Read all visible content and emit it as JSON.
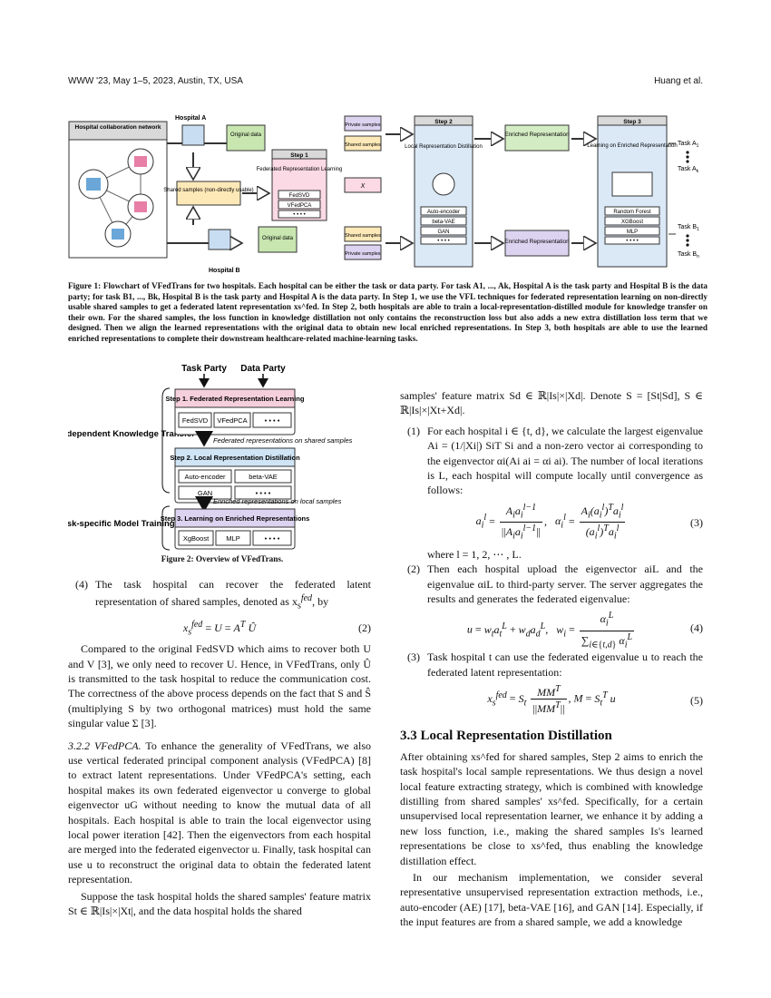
{
  "header": {
    "left": "WWW '23, May 1–5, 2023, Austin, TX, USA",
    "right": "Huang et al."
  },
  "fig1": {
    "network_title": "Hospital collaboration network",
    "hospital_a": "Hospital A",
    "hospital_b": "Hospital B",
    "original_data": "Original data",
    "shared_samples_nd": "Shared samples (non-directly usable)",
    "step1_title": "Step 1",
    "step1_body": "Federated Representation Learning",
    "fedsvd": "FedSVD",
    "vfedpca": "VFedPCA",
    "dots": "• • • •",
    "private_samples": "Private samples",
    "shared_samples": "Shared samples",
    "step2_title": "Step 2",
    "step2_body": "Local Representation Distillation",
    "autoencoder": "Auto-encoder",
    "betavae": "beta-VAE",
    "gan": "GAN",
    "enriched": "Enriched Representation",
    "step3_title": "Step 3",
    "step3_body": "Learning on Enriched Representation",
    "randomforest": "Random Forest",
    "xgboost": "XGBoost",
    "mlp": "MLP",
    "task_a1": "Task A",
    "task_ak": "Task A",
    "task_b1": "Task B",
    "task_bn": "Task B"
  },
  "caption1": "Figure 1: Flowchart of VFedTrans for two hospitals. Each hospital can be either the task or data party. For task A1, ..., Ak, Hospital A is the task party and Hospital B is the data party; for task B1, ..., Bk, Hospital B is the task party and Hospital A is the data party. In Step 1, we use the VFL techniques for federated representation learning on non-directly usable shared samples to get a federated latent representation xs^fed. In Step 2, both hospitals are able to train a local-representation-distilled module for knowledge transfer on their own. For the shared samples, the loss function in knowledge distillation not only contains the reconstruction loss but also adds a new extra distillation loss term that we designed. Then we align the learned representations with the original data to obtain new local enriched representations. In Step 3, both hospitals are able to use the learned enriched representations to complete their downstream healthcare-related machine-learning tasks.",
  "fig2": {
    "task_party": "Task Party",
    "data_party": "Data Party",
    "left_label1": "Task-independent Knowledge Transfer",
    "left_label2": "Task-specific Model Training",
    "s1": "Step 1. Federated Representation Learning",
    "s1a": "FedSVD",
    "s1b": "VFedPCA",
    "dots": "• • • •",
    "arrow1": "Federated representations on shared samples",
    "s2": "Step 2. Local Representation Distillation",
    "s2a": "Auto-encoder",
    "s2b": "beta-VAE",
    "s2c": "GAN",
    "arrow2": "Enriched representations on local samples",
    "s3": "Step 3. Learning on Enriched Representations",
    "s3a": "XgBoost",
    "s3b": "MLP"
  },
  "caption2": "Figure 2: Overview of VFedTrans.",
  "left": {
    "item4_text": "The task hospital can recover the federated latent representation of shared samples, denoted as",
    "p1": "Compared to the original FedSVD which aims to recover both U and V [3], we only need to recover U. Hence, in VFedTrans, only Û is transmitted to the task hospital to reduce the communication cost. The correctness of the above process depends on the fact that S and Ŝ (multiplying S by two orthogonal matrices) must hold the same singular value Σ [3].",
    "sub_title": "3.2.2   VFedPCA.",
    "p2": "To enhance the generality of VFedTrans, we also use vertical federated principal component analysis (VFedPCA) [8] to extract latent representations. Under VFedPCA's setting, each hospital makes its own federated eigenvector u converge to global eigenvector uG without needing to know the mutual data of all hospitals. Each hospital is able to train the local eigenvector using local power iteration [42]. Then the eigenvectors from each hospital are merged into the federated eigenvector u. Finally, task hospital can use u to reconstruct the original data to obtain the federated latent representation.",
    "p3": "Suppose the task hospital holds the shared samples' feature matrix St ∈ ℝ|Is|×|Xt|, and the data hospital holds the shared"
  },
  "right": {
    "p0": "samples' feature matrix Sd ∈ ℝ|Is|×|Xd|. Denote S = [St|Sd], S ∈ ℝ|Is|×|Xt+Xd|.",
    "item1": "For each hospital i ∈ {t, d}, we calculate the largest eigenvalue Ai = (1/|Xi|) SiT Si and a non-zero vector ai corresponding to the eigenvector αi(Ai ai = αi ai). The number of local iterations is L, each hospital will compute locally until convergence as follows:",
    "where": "where l = 1, 2, ⋯ , L.",
    "item2": "Then each hospital upload the eigenvector aiL and the eigenvalue αiL to third-party server. The server aggregates the results and generates the federated eigenvalue:",
    "item3": "Task hospital t can use the federated eigenvalue u to reach the federated latent representation:",
    "section": "3.3   Local Representation Distillation",
    "p4": "After obtaining xs^fed for shared samples, Step 2 aims to enrich the task hospital's local sample representations. We thus design a novel local feature extracting strategy, which is combined with knowledge distilling from shared samples' xs^fed. Specifically, for a certain unsupervised local representation learner, we enhance it by adding a new loss function, i.e., making the shared samples Is's learned representations be close to xs^fed, thus enabling the knowledge distillation effect.",
    "p5": "In our mechanism implementation, we consider several representative unsupervised representation extraction methods, i.e., auto-encoder (AE) [17], beta-VAE [16], and GAN [14]. Especially, if the input features are from a shared sample, we add a knowledge"
  },
  "eq_numbers": [
    "(2)",
    "(3)",
    "(4)",
    "(5)"
  ],
  "item_numbers": [
    "(4)",
    "(1)",
    "(2)",
    "(3)"
  ]
}
